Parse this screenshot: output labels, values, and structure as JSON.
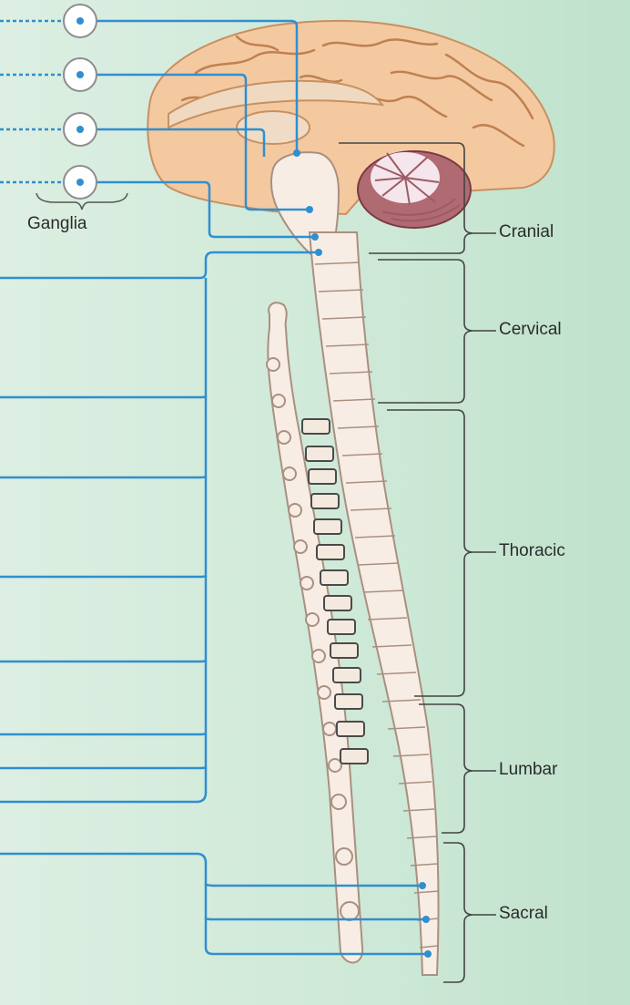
{
  "labels": {
    "ganglia": "Ganglia",
    "regions": [
      "Cranial",
      "Cervical",
      "Thoracic",
      "Lumbar",
      "Sacral"
    ]
  },
  "colors": {
    "nerve": "#2f8fd0",
    "cord_fill": "#f8ede4",
    "cord_stroke": "#a99080",
    "brain_fill": "#f4c9a0",
    "brain_stroke": "#c89060",
    "cerebellum": "#9e5a64",
    "bracket": "#444444",
    "ganglion_ring": "#8d8d8d"
  }
}
